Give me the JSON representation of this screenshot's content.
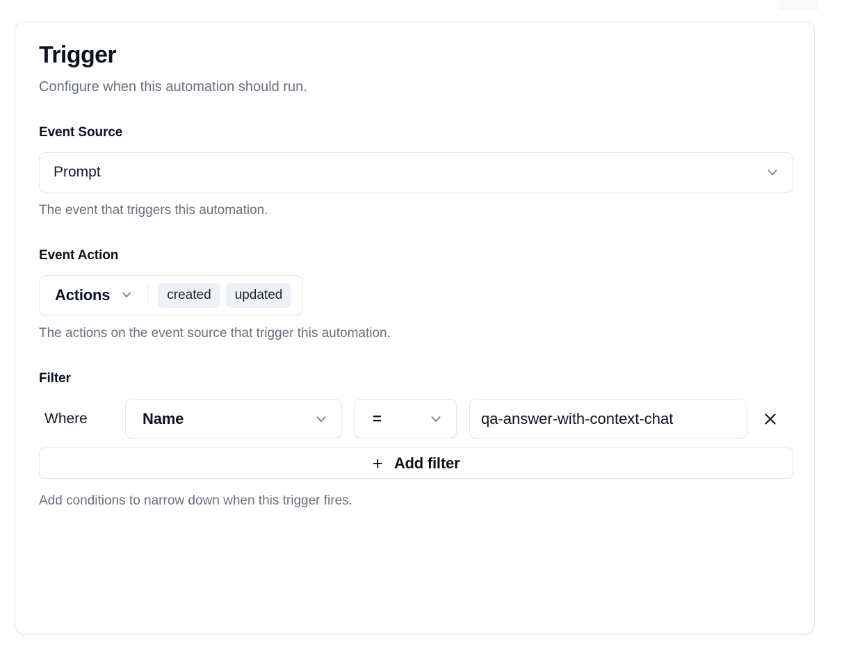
{
  "card": {
    "title": "Trigger",
    "subtitle": "Configure when this automation should run."
  },
  "event_source": {
    "label": "Event Source",
    "value": "Prompt",
    "help": "The event that triggers this automation.",
    "chevron_icon": "chevron-down-icon"
  },
  "event_action": {
    "label": "Event Action",
    "trigger_label": "Actions",
    "chevron_icon": "chevron-down-icon",
    "selected": [
      "created",
      "updated"
    ],
    "help": "The actions on the event source that trigger this automation."
  },
  "filter": {
    "label": "Filter",
    "where_label": "Where",
    "rows": [
      {
        "field": "Name",
        "operator": "=",
        "value": "qa-answer-with-context-chat",
        "remove_icon": "close-icon"
      }
    ],
    "add_button": {
      "icon": "plus-icon",
      "label": "Add filter"
    },
    "help": "Add conditions to narrow down when this trigger fires."
  },
  "colors": {
    "text_primary": "#0b1220",
    "text_muted": "#67707f",
    "border": "#e4e7ec",
    "pill_bg": "#eef1f6",
    "chevron": "#7d8798",
    "surface": "#ffffff"
  }
}
